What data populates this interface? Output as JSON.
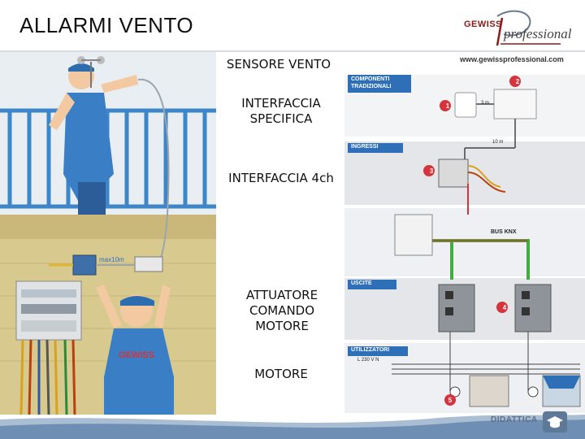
{
  "header": {
    "title": "ALLARMI VENTO",
    "logo_brand": "GEWISS",
    "logo_tagline": "professional",
    "website": "www.gewissprofessional.com"
  },
  "labels": {
    "sensor": "SENSORE VENTO",
    "interface_specific": "INTERFACCIA SPECIFICA",
    "interface_4ch": "INTERFACCIA 4ch",
    "actuator": "ATTUATORE COMANDO MOTORE",
    "motor": "MOTORE"
  },
  "illustration": {
    "distance_note": "max10m",
    "vest_brand": "GEWISS"
  },
  "diagram": {
    "sections": [
      "COMPONENTI TRADIZIONALI",
      "INGRESSI",
      "USCITE",
      "UTILIZZATORI"
    ],
    "bus_label": "BUS KNX",
    "distance_1": "3 m",
    "distance_2": "10 m",
    "mains": "L 230 V N",
    "numbers": [
      "1",
      "2",
      "3",
      "4",
      "5"
    ]
  },
  "footer": {
    "label": "DIDATTICA"
  },
  "colors": {
    "accent_blue": "#2f6fb8",
    "marker_red": "#d6333c",
    "bus_green": "#3fae3f"
  }
}
